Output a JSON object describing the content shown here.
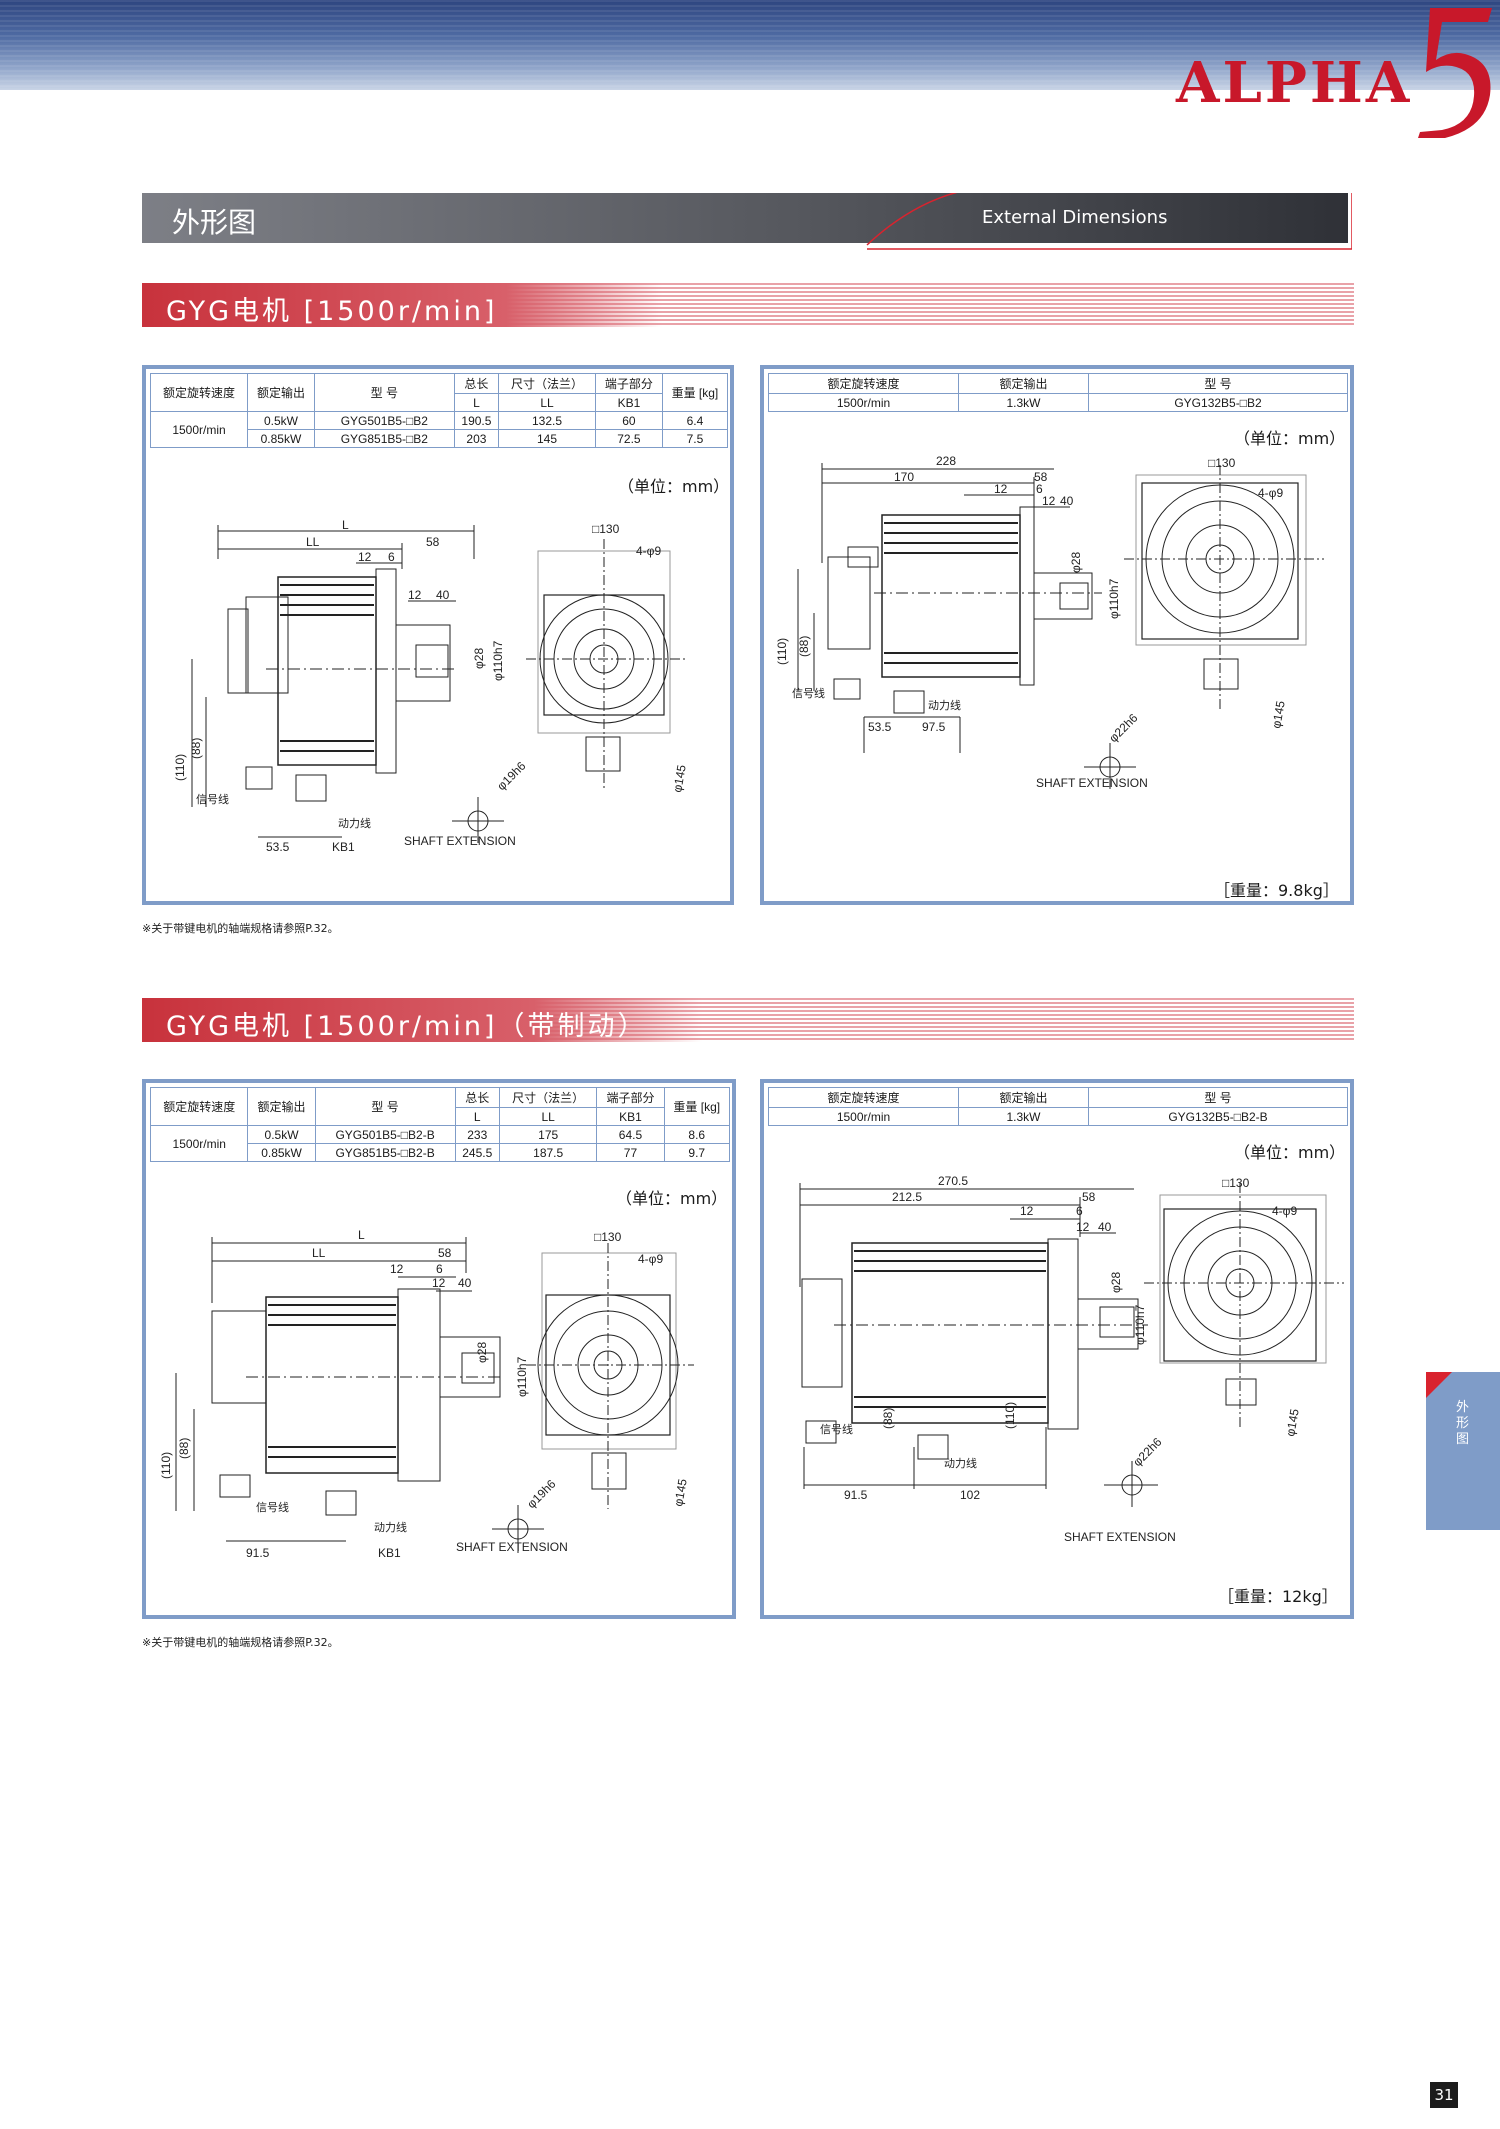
{
  "brand": {
    "word": "ALPHA",
    "numeral": "5"
  },
  "section": {
    "title_cn": "外形图",
    "title_en": "External Dimensions"
  },
  "side_tab": {
    "label": "外形图"
  },
  "page_number": "31",
  "block1": {
    "band_title": "GYG电机 [1500r/min]",
    "left_table": {
      "headers": {
        "speed": "额定旋转速度",
        "output": "额定输出",
        "model": "型 号",
        "total": "总长",
        "dim": "尺寸（法兰）",
        "terminal": "端子部分",
        "weight": "重量 [kg]",
        "L": "L",
        "LL": "LL",
        "KB1": "KB1"
      },
      "speed": "1500r/min",
      "rows": [
        {
          "output": "0.5kW",
          "model": "GYG501B5-□B2",
          "L": "190.5",
          "LL": "132.5",
          "KB1": "60",
          "weight": "6.4"
        },
        {
          "output": "0.85kW",
          "model": "GYG851B5-□B2",
          "L": "203",
          "LL": "145",
          "KB1": "72.5",
          "weight": "7.5"
        }
      ],
      "unit": "（单位：mm）"
    },
    "left_drawing": {
      "L": "L",
      "LL": "LL",
      "d58": "58",
      "d12": "12",
      "d6": "6",
      "d12b": "12",
      "d40": "40",
      "sq130": "□130",
      "holes": "4-φ9",
      "phi28": "φ28",
      "phi110": "φ110h7",
      "phi19": "φ19h6",
      "phi145": "φ145",
      "d110": "(110)",
      "d88": "(88)",
      "signal": "信号线",
      "power": "动力线",
      "d535": "53.5",
      "KB1": "KB1",
      "shaft": "SHAFT EXTENSION"
    },
    "right_table": {
      "headers": {
        "speed": "额定旋转速度",
        "output": "额定输出",
        "model": "型 号"
      },
      "row": {
        "speed": "1500r/min",
        "output": "1.3kW",
        "model": "GYG132B5-□B2"
      },
      "unit": "（单位：mm）"
    },
    "right_drawing": {
      "d228": "228",
      "d170": "170",
      "d58": "58",
      "d12": "12",
      "d6": "6",
      "d12b": "12",
      "d40": "40",
      "sq130": "□130",
      "holes": "4-φ9",
      "phi28": "φ28",
      "phi110": "φ110h7",
      "phi22": "φ22h6",
      "phi145": "φ145",
      "d110": "(110)",
      "d88": "(88)",
      "signal": "信号线",
      "power": "动力线",
      "d535": "53.5",
      "d975": "97.5",
      "shaft": "SHAFT EXTENSION"
    },
    "weight": "［重量：9.8kg］",
    "note": "※关于带键电机的轴端规格请参照P.32。"
  },
  "block2": {
    "band_title": "GYG电机 [1500r/min]（带制动）",
    "left_table": {
      "headers": {
        "speed": "额定旋转速度",
        "output": "额定输出",
        "model": "型 号",
        "total": "总长",
        "dim": "尺寸（法兰）",
        "terminal": "端子部分",
        "weight": "重量 [kg]",
        "L": "L",
        "LL": "LL",
        "KB1": "KB1"
      },
      "speed": "1500r/min",
      "rows": [
        {
          "output": "0.5kW",
          "model": "GYG501B5-□B2-B",
          "L": "233",
          "LL": "175",
          "KB1": "64.5",
          "weight": "8.6"
        },
        {
          "output": "0.85kW",
          "model": "GYG851B5-□B2-B",
          "L": "245.5",
          "LL": "187.5",
          "KB1": "77",
          "weight": "9.7"
        }
      ],
      "unit": "（单位：mm）"
    },
    "left_drawing": {
      "L": "L",
      "LL": "LL",
      "d58": "58",
      "d12": "12",
      "d6": "6",
      "d12b": "12",
      "d40": "40",
      "sq130": "□130",
      "holes": "4-φ9",
      "phi28": "φ28",
      "phi110": "φ110h7",
      "phi19": "φ19h6",
      "phi145": "φ145",
      "d110": "(110)",
      "d88": "(88)",
      "signal": "信号线",
      "power": "动力线",
      "d915": "91.5",
      "KB1": "KB1",
      "shaft": "SHAFT EXTENSION"
    },
    "right_table": {
      "headers": {
        "speed": "额定旋转速度",
        "output": "额定输出",
        "model": "型 号"
      },
      "row": {
        "speed": "1500r/min",
        "output": "1.3kW",
        "model": "GYG132B5-□B2-B"
      },
      "unit": "（单位：mm）"
    },
    "right_drawing": {
      "d2705": "270.5",
      "d2125": "212.5",
      "d58": "58",
      "d12": "12",
      "d6": "6",
      "d12b": "12",
      "d40": "40",
      "sq130": "□130",
      "holes": "4-φ9",
      "phi28": "φ28",
      "phi110": "φ110h7",
      "phi22": "φ22h6",
      "phi145": "φ145",
      "d110": "(110)",
      "d88": "(88)",
      "signal": "信号线",
      "power": "动力线",
      "d915": "91.5",
      "d102": "102",
      "shaft": "SHAFT EXTENSION"
    },
    "weight": "［重量：12kg］",
    "note": "※关于带键电机的轴端规格请参照P.32。"
  }
}
